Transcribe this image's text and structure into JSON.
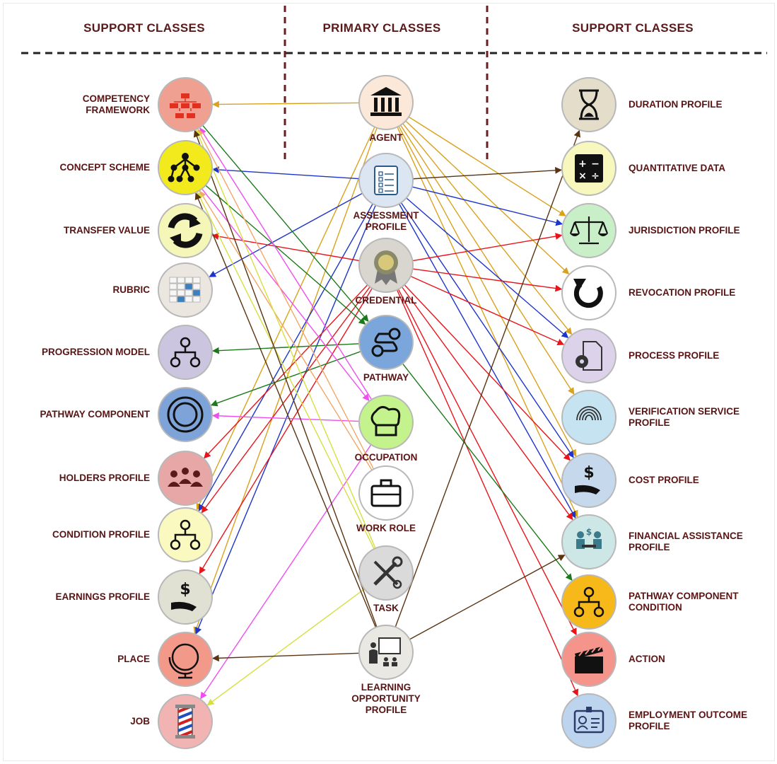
{
  "headers": {
    "left": "SUPPORT CLASSES",
    "middle": "PRIMARY CLASSES",
    "right": "SUPPORT CLASSES"
  },
  "left_nodes": [
    {
      "id": "competency",
      "label": "COMPETENCY FRAMEWORK",
      "lines": [
        "COMPETENCY",
        "FRAMEWORK"
      ],
      "icon": "org-chart-icon",
      "color": "#f0a090"
    },
    {
      "id": "concept",
      "label": "CONCEPT SCHEME",
      "lines": [
        "CONCEPT SCHEME"
      ],
      "icon": "hierarchy-icon",
      "color": "#f2ea1c"
    },
    {
      "id": "transfer",
      "label": "TRANSFER VALUE",
      "lines": [
        "TRANSFER VALUE"
      ],
      "icon": "sync-arrows-icon",
      "color": "#f5f7b8"
    },
    {
      "id": "rubric",
      "label": "RUBRIC",
      "lines": [
        "RUBRIC"
      ],
      "icon": "grid-icon",
      "color": "#ebe6df"
    },
    {
      "id": "progression",
      "label": "PROGRESSION MODEL",
      "lines": [
        "PROGRESSION MODEL"
      ],
      "icon": "tree-icon",
      "color": "#ccc5e0"
    },
    {
      "id": "pathcomp",
      "label": "PATHWAY COMPONENT",
      "lines": [
        "PATHWAY COMPONENT"
      ],
      "icon": "concentric-circles-icon",
      "color": "#7ea3d8"
    },
    {
      "id": "holders",
      "label": "HOLDERS PROFILE",
      "lines": [
        "HOLDERS PROFILE"
      ],
      "icon": "people-group-icon",
      "color": "#e8a7a7"
    },
    {
      "id": "condition",
      "label": "CONDITION PROFILE",
      "lines": [
        "CONDITION PROFILE"
      ],
      "icon": "branch-icon",
      "color": "#fafac0"
    },
    {
      "id": "earnings",
      "label": "EARNINGS PROFILE",
      "lines": [
        "EARNINGS PROFILE"
      ],
      "icon": "dollar-hand-icon",
      "color": "#e0e1d2"
    },
    {
      "id": "place",
      "label": "PLACE",
      "lines": [
        "PLACE"
      ],
      "icon": "globe-icon",
      "color": "#f2998a"
    },
    {
      "id": "job",
      "label": "JOB",
      "lines": [
        "JOB"
      ],
      "icon": "barber-pole-icon",
      "color": "#f2b3b3"
    }
  ],
  "middle_nodes": [
    {
      "id": "agent",
      "label": "AGENT",
      "lines": [
        "AGENT"
      ],
      "icon": "institution-icon",
      "color": "#fbe8d8"
    },
    {
      "id": "assessment",
      "label": "ASSESSMENT PROFILE",
      "lines": [
        "ASSESSMENT",
        "PROFILE"
      ],
      "icon": "clipboard-icon",
      "color": "#dbe6f2"
    },
    {
      "id": "credential",
      "label": "CREDENTIAL",
      "lines": [
        "CREDENTIAL"
      ],
      "icon": "award-icon",
      "color": "#d9d6cf"
    },
    {
      "id": "pathway",
      "label": "PATHWAY",
      "lines": [
        "PATHWAY"
      ],
      "icon": "pathway-route-icon",
      "color": "#7ba6db"
    },
    {
      "id": "occupation",
      "label": "OCCUPATION",
      "lines": [
        "OCCUPATION"
      ],
      "icon": "chef-hat-icon",
      "color": "#c4f28d"
    },
    {
      "id": "workrole",
      "label": "WORK ROLE",
      "lines": [
        "WORK ROLE"
      ],
      "icon": "briefcase-icon",
      "color": "#ffffff"
    },
    {
      "id": "task",
      "label": "TASK",
      "lines": [
        "TASK"
      ],
      "icon": "wrench-screwdriver-icon",
      "color": "#dadada"
    },
    {
      "id": "learning",
      "label": "LEARNING OPPORTUNITY PROFILE",
      "lines": [
        "LEARNING",
        "OPPORTUNITY",
        "PROFILE"
      ],
      "icon": "teacher-board-icon",
      "color": "#eae8e2"
    }
  ],
  "right_nodes": [
    {
      "id": "duration",
      "label": "DURATION PROFILE",
      "lines": [
        "DURATION PROFILE"
      ],
      "icon": "hourglass-icon",
      "color": "#e3ddca"
    },
    {
      "id": "quant",
      "label": "QUANTITATIVE DATA",
      "lines": [
        "QUANTITATIVE DATA"
      ],
      "icon": "calculator-icon",
      "color": "#f7f7be"
    },
    {
      "id": "jurisdiction",
      "label": "JURISDICTION PROFILE",
      "lines": [
        "JURISDICTION PROFILE"
      ],
      "icon": "scales-icon",
      "color": "#c9efc9"
    },
    {
      "id": "revocation",
      "label": "REVOCATION PROFILE",
      "lines": [
        "REVOCATION PROFILE"
      ],
      "icon": "revoke-arrow-icon",
      "color": "#ffffff"
    },
    {
      "id": "process",
      "label": "PROCESS PROFILE",
      "lines": [
        "PROCESS PROFILE"
      ],
      "icon": "gear-document-icon",
      "color": "#dcd3ea"
    },
    {
      "id": "verification",
      "label": "VERIFICATION SERVICE PROFILE",
      "lines": [
        "VERIFICATION SERVICE",
        "PROFILE"
      ],
      "icon": "fingerprint-icon",
      "color": "#c6e3f2"
    },
    {
      "id": "cost",
      "label": "COST PROFILE",
      "lines": [
        "COST PROFILE"
      ],
      "icon": "hand-dollar-icon",
      "color": "#c6d8ec"
    },
    {
      "id": "financial",
      "label": "FINANCIAL ASSISTANCE PROFILE",
      "lines": [
        "FINANCIAL ASSISTANCE",
        "PROFILE"
      ],
      "icon": "advisor-desk-icon",
      "color": "#cde6e6"
    },
    {
      "id": "pcc",
      "label": "PATHWAY COMPONENT CONDITION",
      "lines": [
        "PATHWAY COMPONENT",
        "CONDITION"
      ],
      "icon": "component-tree-icon",
      "color": "#f7b81a"
    },
    {
      "id": "action",
      "label": "ACTION",
      "lines": [
        "ACTION"
      ],
      "icon": "clapperboard-icon",
      "color": "#f4948a"
    },
    {
      "id": "employment",
      "label": "EMPLOYMENT OUTCOME PROFILE",
      "lines": [
        "EMPLOYMENT OUTCOME",
        "PROFILE"
      ],
      "icon": "id-badge-icon",
      "color": "#bcd4ee"
    }
  ],
  "edge_colors": {
    "agent": "#d9a21e",
    "assessment": "#1d35c9",
    "credential": "#e8141a",
    "pathway": "#1a7a1a",
    "occupation": "#f04df0",
    "workrole": "#f2a766",
    "task": "#d6e040",
    "learning": "#5a3310",
    "competency": "#5a3310"
  },
  "edges": [
    {
      "from": "agent",
      "to": "competency"
    },
    {
      "from": "agent",
      "to": "condition"
    },
    {
      "from": "agent",
      "to": "place"
    },
    {
      "from": "agent",
      "to": "jurisdiction"
    },
    {
      "from": "agent",
      "to": "revocation"
    },
    {
      "from": "agent",
      "to": "process"
    },
    {
      "from": "agent",
      "to": "verification"
    },
    {
      "from": "agent",
      "to": "cost"
    },
    {
      "from": "agent",
      "to": "financial"
    },
    {
      "from": "assessment",
      "to": "concept"
    },
    {
      "from": "assessment",
      "to": "rubric"
    },
    {
      "from": "assessment",
      "to": "place"
    },
    {
      "from": "assessment",
      "to": "condition"
    },
    {
      "from": "assessment",
      "to": "quant",
      "color": "#5a3310"
    },
    {
      "from": "assessment",
      "to": "jurisdiction"
    },
    {
      "from": "assessment",
      "to": "process"
    },
    {
      "from": "assessment",
      "to": "cost"
    },
    {
      "from": "assessment",
      "to": "financial"
    },
    {
      "from": "credential",
      "to": "transfer"
    },
    {
      "from": "credential",
      "to": "holders"
    },
    {
      "from": "credential",
      "to": "condition"
    },
    {
      "from": "credential",
      "to": "earnings"
    },
    {
      "from": "credential",
      "to": "jurisdiction"
    },
    {
      "from": "credential",
      "to": "revocation"
    },
    {
      "from": "credential",
      "to": "process"
    },
    {
      "from": "credential",
      "to": "cost"
    },
    {
      "from": "credential",
      "to": "financial"
    },
    {
      "from": "credential",
      "to": "action"
    },
    {
      "from": "credential",
      "to": "employment"
    },
    {
      "from": "pathway",
      "to": "progression"
    },
    {
      "from": "pathway",
      "to": "pathcomp"
    },
    {
      "from": "pathway",
      "to": "pcc"
    },
    {
      "from": "competency",
      "to": "pathway",
      "color": "#1a7a1a"
    },
    {
      "from": "concept",
      "to": "pathway",
      "color": "#1a7a1a"
    },
    {
      "from": "occupation",
      "to": "pathcomp"
    },
    {
      "from": "occupation",
      "to": "job"
    },
    {
      "from": "occupation",
      "to": "competency"
    },
    {
      "from": "concept",
      "to": "occupation",
      "color": "#f04df0"
    },
    {
      "from": "workrole",
      "to": "competency"
    },
    {
      "from": "workrole",
      "to": "concept"
    },
    {
      "from": "task",
      "to": "competency"
    },
    {
      "from": "task",
      "to": "job"
    },
    {
      "from": "task",
      "to": "concept"
    },
    {
      "from": "learning",
      "to": "place"
    },
    {
      "from": "learning",
      "to": "duration"
    },
    {
      "from": "learning",
      "to": "financial"
    },
    {
      "from": "learning",
      "to": "competency"
    },
    {
      "from": "learning",
      "to": "concept"
    }
  ]
}
